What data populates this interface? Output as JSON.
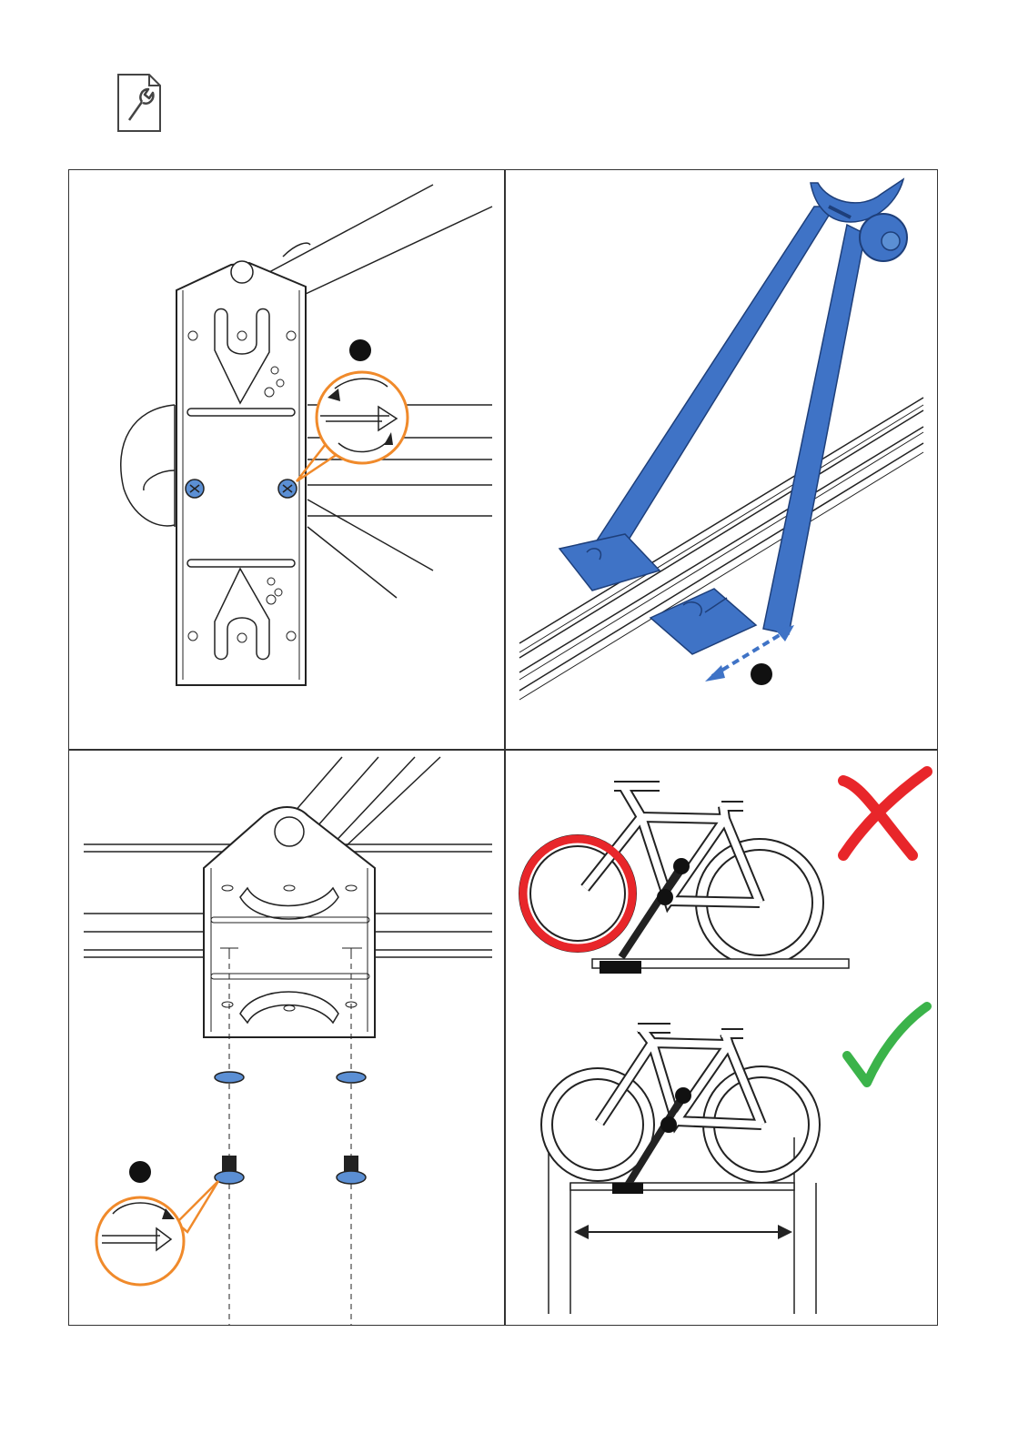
{
  "colors": {
    "strap_blue": "#3f73c6",
    "screw_blue": "#5b8fd4",
    "callout_orange": "#f08a2b",
    "wrong_red": "#e8262a",
    "correct_green": "#3bb34a",
    "outline": "#222222"
  },
  "icons": {
    "header": "document-wrench-icon",
    "wrong": "red-cross-icon",
    "correct": "green-checkmark-icon"
  },
  "panels": [
    {
      "name": "panel-mount-plate-screws",
      "marker": "step-dot"
    },
    {
      "name": "panel-strap-slide",
      "marker": "step-dot"
    },
    {
      "name": "panel-exploded-screws",
      "marker": "step-dot"
    },
    {
      "name": "panel-bike-position"
    }
  ]
}
